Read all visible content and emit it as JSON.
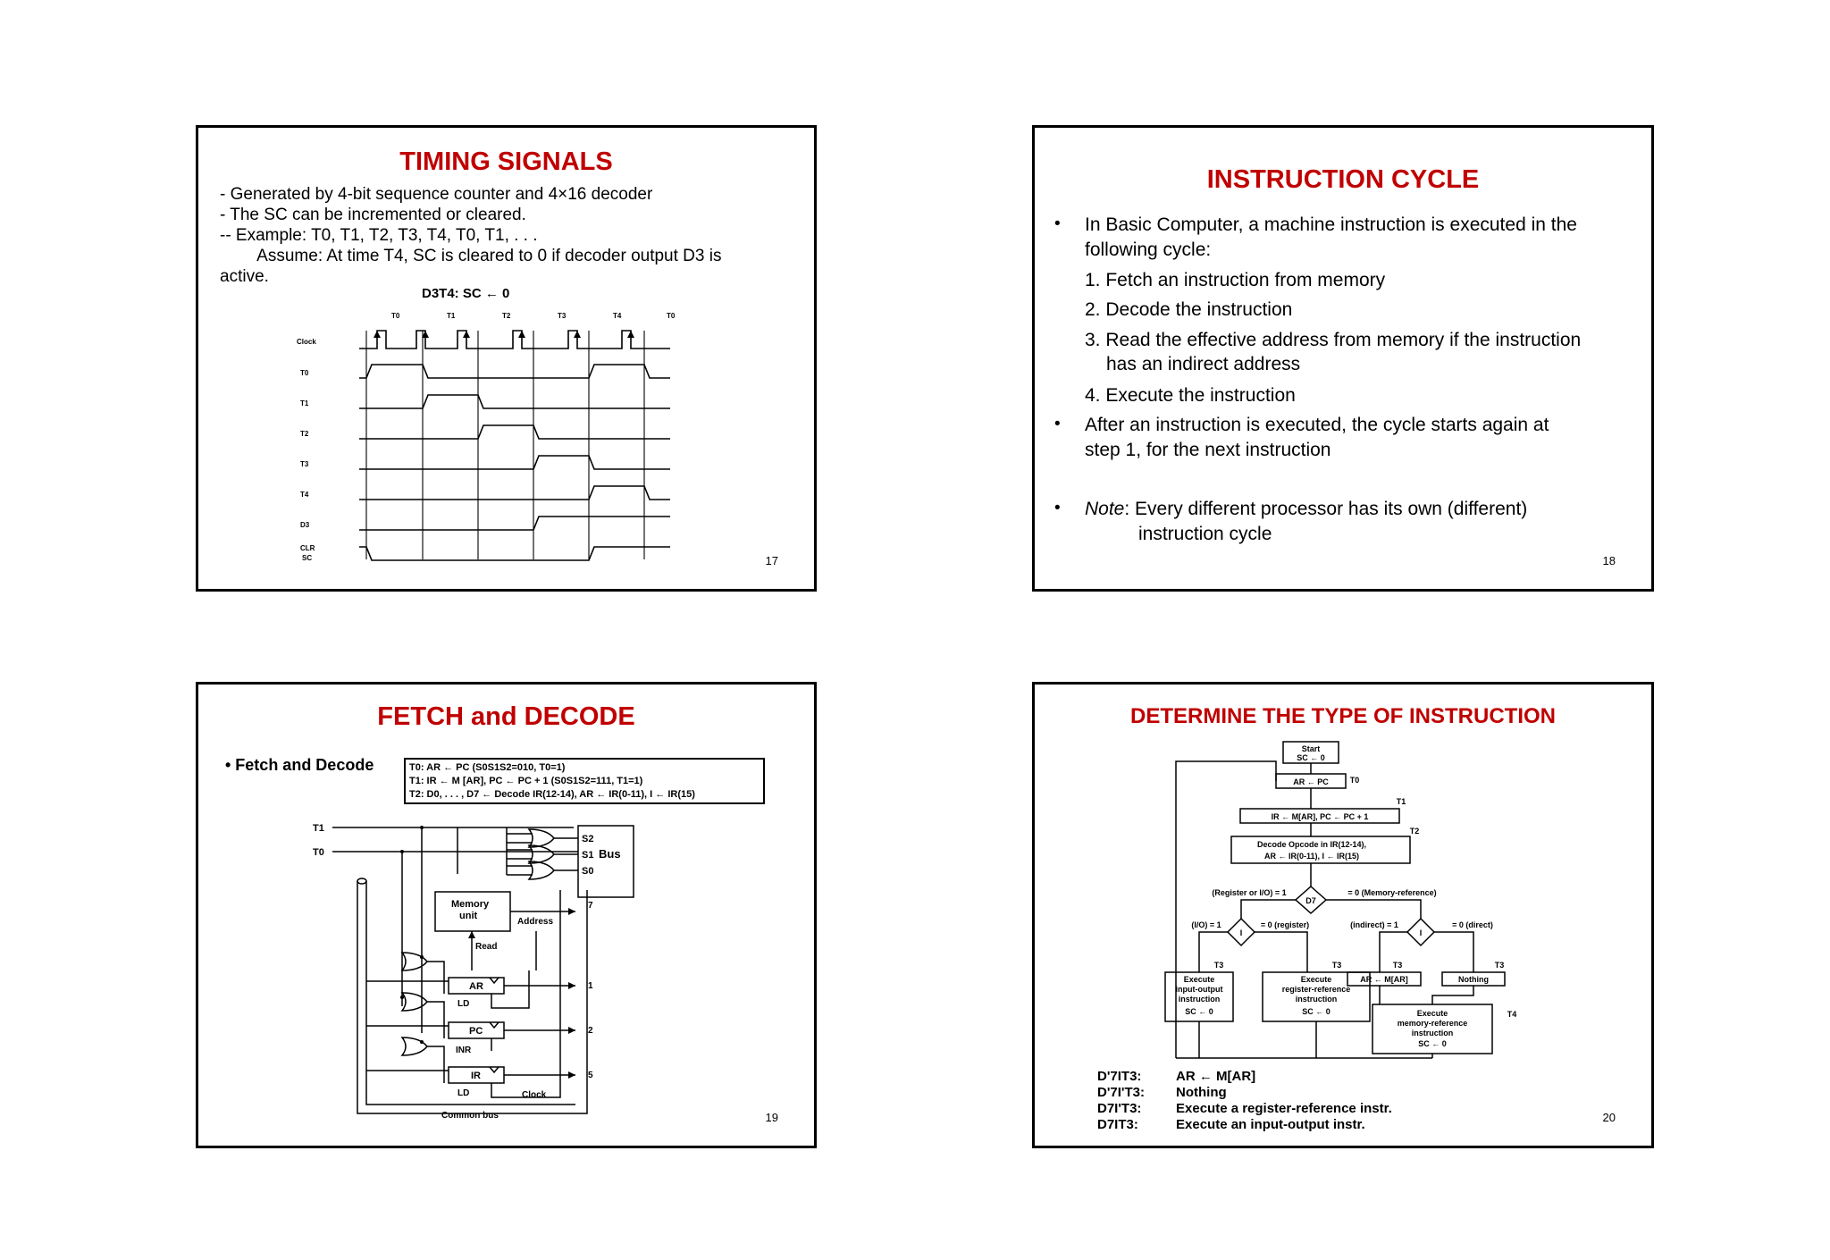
{
  "slide17": {
    "title": "TIMING  SIGNALS",
    "lines": [
      "- Generated by 4-bit sequence counter and 4×16 decoder",
      "- The SC can be incremented or cleared.",
      "-- Example:    T0, T1, T2, T3, T4, T0, T1, . . .",
      "        Assume: At time T4, SC is cleared to 0 if decoder output D3 is",
      "active."
    ],
    "equation": "D3T4: SC ← 0",
    "clock_phase_labels": [
      "T0",
      "T1",
      "T2",
      "T3",
      "T4",
      "T0"
    ],
    "signal_labels": [
      "Clock",
      "T0",
      "T1",
      "T2",
      "T3",
      "T4",
      "D3",
      "CLR",
      "SC"
    ],
    "page": "17"
  },
  "slide18": {
    "title": "INSTRUCTION  CYCLE",
    "bullet1_line1": "In Basic Computer, a machine instruction is executed in the",
    "bullet1_line2": "following cycle:",
    "steps": [
      "1. Fetch an instruction from memory",
      "2. Decode the instruction",
      "3. Read the effective address from memory if the instruction",
      "has an indirect address",
      "4. Execute the instruction"
    ],
    "bullet2_line1": "After an instruction is executed, the cycle starts again at",
    "bullet2_line2": "step 1, for the next instruction",
    "note_label": "Note",
    "note_line1": ": Every different processor has its own (different)",
    "note_line2": "instruction cycle",
    "page": "18"
  },
  "slide19": {
    "title": "FETCH and DECODE",
    "bullet": "• Fetch and Decode",
    "box_lines": [
      "T0: AR ← PC  (S0S1S2=010, T0=1)",
      "T1: IR ← M [AR],  PC ← PC + 1   (S0S1S2=111, T1=1)",
      "T2: D0, . . . , D7 ← Decode IR(12-14), AR ← IR(0-11), I ← IR(15)"
    ],
    "diagram": {
      "t1": "T1",
      "t0": "T0",
      "s2": "S2",
      "s1": "S1",
      "s0": "S0",
      "bus": "Bus",
      "memory": "Memory",
      "unit": "unit",
      "address": "Address",
      "read": "Read",
      "ar": "AR",
      "pc": "PC",
      "ir": "IR",
      "ld": "LD",
      "inr": "INR",
      "clock": "Clock",
      "common_bus": "Common bus",
      "n7": "7",
      "n1": "1",
      "n2": "2",
      "n5": "5"
    },
    "page": "19"
  },
  "slide20": {
    "title": "DETERMINE  THE  TYPE  OF  INSTRUCTION",
    "flow": {
      "start": "Start",
      "sc0": "SC ← 0",
      "ar_pc": "AR  ←  PC",
      "t0": "T0",
      "fetch": "IR  ←  M[AR],   PC  ←  PC + 1",
      "t1": "T1",
      "decode1": "Decode Opcode in IR(12-14),",
      "decode2": "AR  ←  IR(0-11),      I  ←  IR(15)",
      "t2": "T2",
      "reg_io": "(Register or I/O) = 1",
      "d7": "D7",
      "mem_ref": "= 0 (Memory-reference)",
      "io1": "(I/O) = 1",
      "i": "I",
      "reg0": "= 0 (register)",
      "ind1": "(indirect) = 1",
      "dir0": "= 0 (direct)",
      "t3": "T3",
      "t4": "T4",
      "exec": "Execute",
      "io_instr1": "input-output",
      "instruction": "instruction",
      "sc_0": "SC  ←  0",
      "reg_ref": "register-reference",
      "ar_mar": "AR ← M[AR]",
      "nothing": "Nothing",
      "mem_ref2": "memory-reference"
    },
    "legend": [
      {
        "cond": "D'7IT3:",
        "action": "AR ← M[AR]"
      },
      {
        "cond": "D'7I'T3:",
        "action": "Nothing"
      },
      {
        "cond": "D7I'T3:",
        "action": "Execute a register-reference instr."
      },
      {
        "cond": "D7IT3:",
        "action": "Execute an input-output instr."
      }
    ],
    "page": "20"
  }
}
